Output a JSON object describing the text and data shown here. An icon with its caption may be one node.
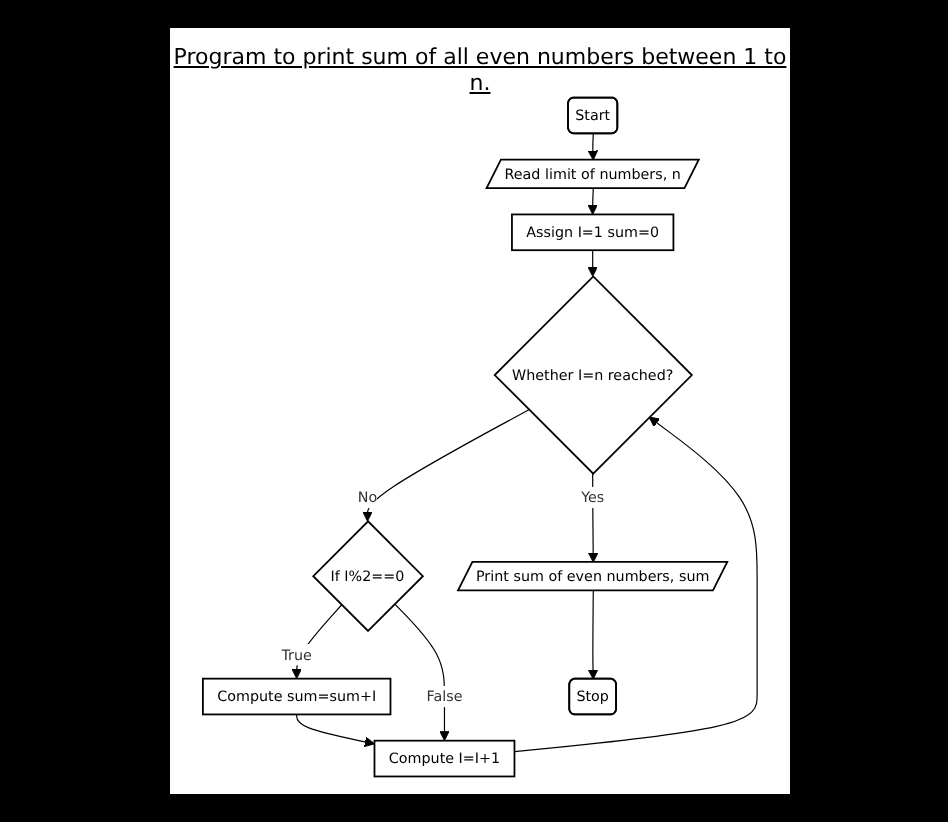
{
  "diagram": {
    "title": "Program to print sum of all even numbers between 1 to n.",
    "nodes": [
      {
        "text": [
          "Start"
        ]
      },
      {
        "text": [
          "Read limit of numbers, n"
        ]
      },
      {
        "text": [
          "Assign I=1 sum=0"
        ]
      },
      {
        "text": [
          "Whether I=n reached?"
        ]
      },
      {
        "text": [
          "If I%2==0"
        ]
      },
      {
        "text": [
          "Compute sum=sum+I"
        ]
      },
      {
        "text": [
          "Compute I=I+1"
        ]
      },
      {
        "text": [
          "Print sum of even numbers, sum"
        ]
      },
      {
        "text": [
          "Stop"
        ]
      }
    ],
    "edges": [
      {
        "from": 0,
        "to": 1,
        "arrow": "to"
      },
      {
        "from": 1,
        "to": 2,
        "arrow": "to"
      },
      {
        "from": 2,
        "to": 3,
        "arrow": "to"
      },
      {
        "from": 3,
        "to": 4,
        "arrow": "to",
        "label": "No"
      },
      {
        "from": 4,
        "to": 5,
        "arrow": "to",
        "label": "True"
      },
      {
        "from": 4,
        "to": 6,
        "arrow": "to",
        "label": "False"
      },
      {
        "from": 5,
        "to": 6,
        "arrow": "to"
      },
      {
        "from": 6,
        "to": 3,
        "arrow": "to"
      },
      {
        "from": 3,
        "to": 7,
        "arrow": "to",
        "label": "Yes"
      },
      {
        "from": 7,
        "to": 8,
        "arrow": "to"
      }
    ]
  }
}
